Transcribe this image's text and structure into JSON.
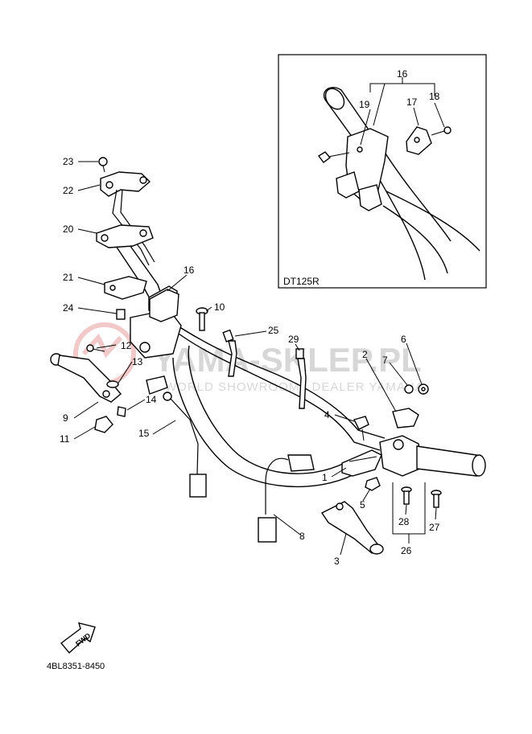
{
  "colors": {
    "line": "#000000",
    "watermark": "#d7d7d7",
    "watermark_logo": "#f2c9c9",
    "background": "#ffffff"
  },
  "watermark": {
    "title": "YAMA-SKLEP.PL",
    "subtitle": "WORLD SHOWROOM | DEALER YAMAHA"
  },
  "inset": {
    "model": "DT125R"
  },
  "callouts": {
    "c1": "1",
    "c2": "2",
    "c3": "3",
    "c4": "4",
    "c5": "5",
    "c6": "6",
    "c7": "7",
    "c8": "8",
    "c9": "9",
    "c10": "10",
    "c11": "11",
    "c12": "12",
    "c13": "13",
    "c14": "14",
    "c15": "15",
    "c16": "16",
    "c20": "20",
    "c21": "21",
    "c22": "22",
    "c23": "23",
    "c25": "25",
    "c26": "26",
    "c27": "27",
    "c28": "28",
    "c29": "29",
    "i16": "16",
    "i17": "17",
    "i18": "18",
    "i19": "19"
  },
  "fwd_label": "FWD",
  "drawing_code": "4BL8351-8450"
}
